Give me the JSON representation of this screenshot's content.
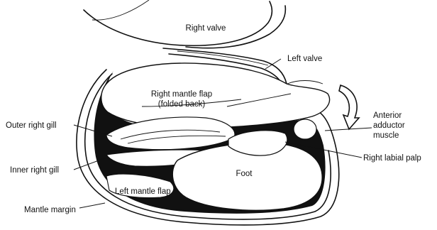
{
  "labels": {
    "right_valve": "Right valve",
    "left_valve": "Left valve",
    "right_mantle_flap_1": "Right mantle flap",
    "right_mantle_flap_2": "(folded back)",
    "anterior_1": "Anterior",
    "anterior_2": "adductor",
    "anterior_3": "muscle",
    "outer_right_gill": "Outer right gill",
    "right_labial_palp": "Right labial palp",
    "inner_right_gill": "Inner right gill",
    "foot": "Foot",
    "left_mantle_flap": "Left mantle flap",
    "mantle_margin": "Mantle margin"
  }
}
